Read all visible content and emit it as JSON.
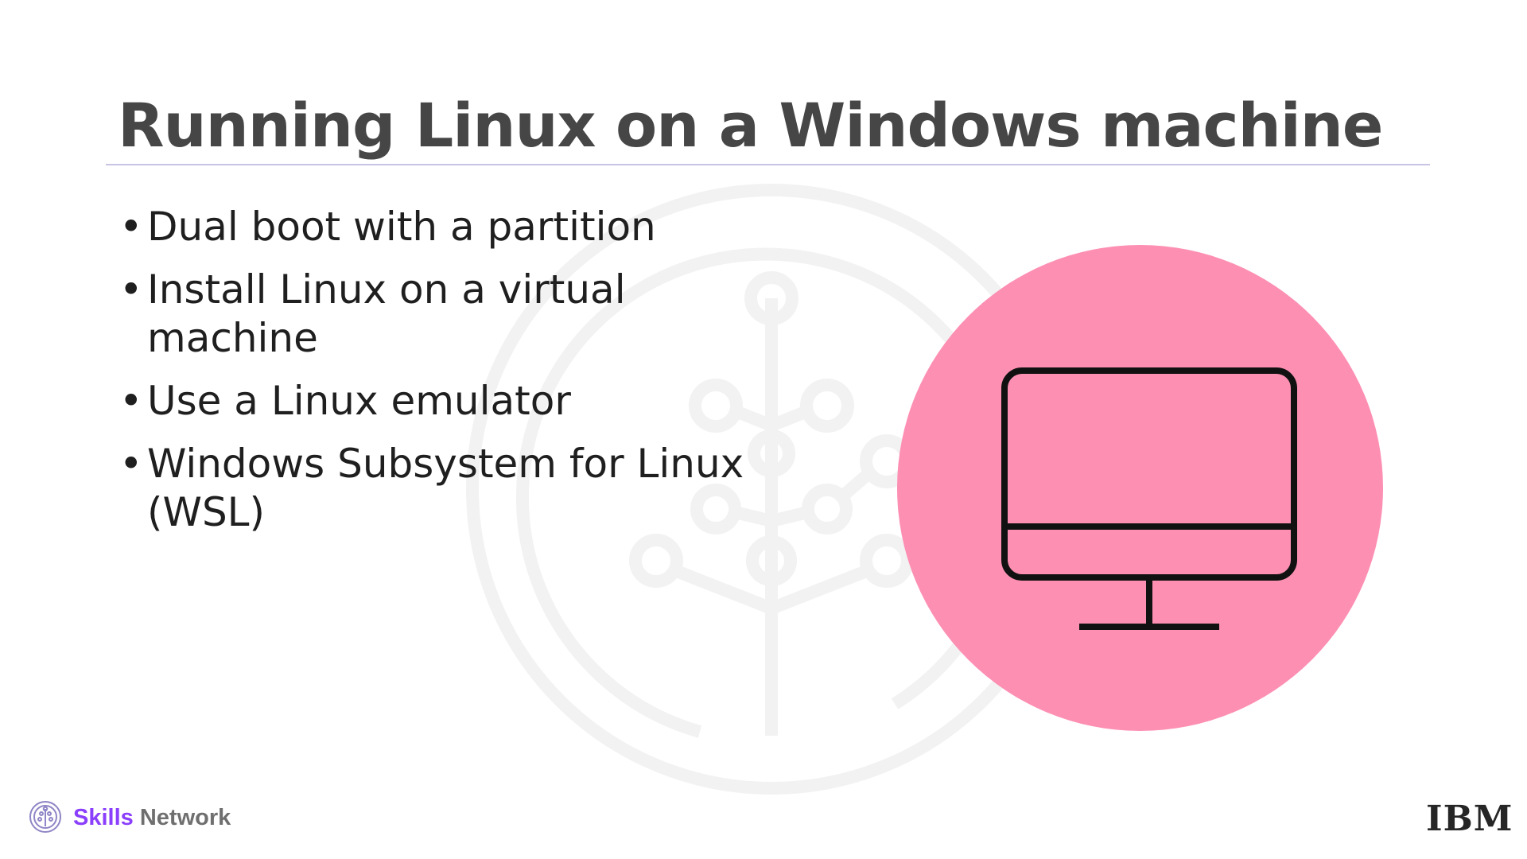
{
  "slide": {
    "title": "Running Linux on a Windows machine",
    "bullets": [
      "Dual boot with a partition",
      "Install Linux on a virtual machine",
      "Use a Linux emulator",
      "Windows Subsystem for Linux (WSL)"
    ],
    "bullet_marker": "•"
  },
  "illustration": {
    "icon": "desktop-monitor-icon",
    "circle_color": "#fd8fb3",
    "stroke_color": "#111111"
  },
  "background": {
    "icon": "skills-network-tree-watermark",
    "color": "#f3f3f3"
  },
  "footer": {
    "brand_icon": "skills-network-tree-icon",
    "brand_primary": "Skills",
    "brand_secondary": "Network",
    "brand_primary_color": "#8a3ffc",
    "company_logo": "IBM"
  }
}
